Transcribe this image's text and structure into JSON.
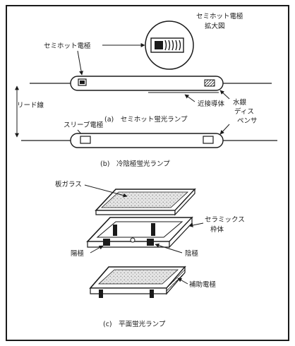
{
  "labels": {
    "semi_hot_electrode_enlarged_line1": "セミホット電極",
    "semi_hot_electrode_enlarged_line2": "拡大図",
    "semi_hot_electrode": "セミホット電極",
    "lead_wire": "リード線",
    "proximity_conductor": "近接導体",
    "mercury_dispenser_line1": "水銀",
    "mercury_dispenser_line2": "ディス",
    "mercury_dispenser_line3": "ペンサ",
    "sleeve_electrode": "スリーブ電極",
    "plate_glass": "板ガラス",
    "ceramic_frame_line1": "セラミックス",
    "ceramic_frame_line2": "枠体",
    "anode": "陽極",
    "cathode": "陰極",
    "auxiliary_electrode": "補助電極"
  },
  "captions": {
    "a": "(a)　セミホット蛍光ランプ",
    "b": "(b)　冷陰極蛍光ランプ",
    "c": "(c)　平面蛍光ランプ"
  }
}
